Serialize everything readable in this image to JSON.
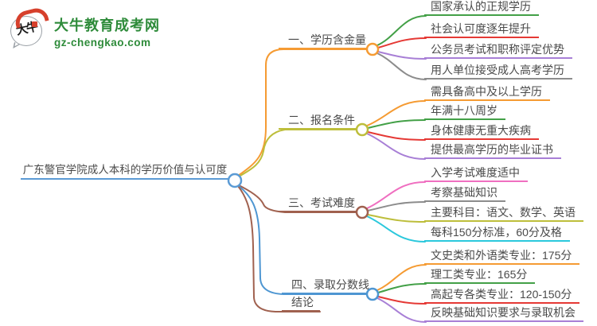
{
  "logo": {
    "site_name": "大牛教育成考网",
    "site_url": "gz-chengkao.com",
    "icon_text": "大牛",
    "brand_color": "#2e8b3a",
    "accent_red": "#d6402c"
  },
  "central": {
    "label": "广东警官学院成人本科的学历价值与认可度",
    "color": "#5b9bd5"
  },
  "branches": [
    {
      "label": "一、学历含金量",
      "color": "#f59b33",
      "children": [
        {
          "label": "国家承认的正规学历",
          "color": "#43a047"
        },
        {
          "label": "社会认可度逐年提升",
          "color": "#e53935"
        },
        {
          "label": "公务员考试和职称评定优势",
          "color": "#a87fd6"
        },
        {
          "label": "用人单位接受成人高考学历",
          "color": "#8c8c8c"
        }
      ]
    },
    {
      "label": "二、报名条件",
      "color": "#bdbe3b",
      "children": [
        {
          "label": "需具备高中及以上学历",
          "color": "#f59b33"
        },
        {
          "label": "年满十八周岁",
          "color": "#43a047"
        },
        {
          "label": "身体健康无重大疾病",
          "color": "#e53935"
        },
        {
          "label": "提供最高学历的毕业证书",
          "color": "#a87fd6"
        }
      ]
    },
    {
      "label": "三、考试难度",
      "color": "#a0614f",
      "children": [
        {
          "label": "入学考试难度适中",
          "color": "#ef6fc0"
        },
        {
          "label": "考察基础知识",
          "color": "#8c8c8c"
        },
        {
          "label": "主要科目：语文、数学、英语",
          "color": "#bdbe3b"
        },
        {
          "label": "每科150分标准，60分及格",
          "color": "#2bc8dc"
        }
      ]
    },
    {
      "label": "四、录取分数线",
      "color": "#4e96d2",
      "children": [
        {
          "label": "文史类和外语类专业：175分",
          "color": "#f59b33"
        },
        {
          "label": "理工类专业：165分",
          "color": "#43a047"
        },
        {
          "label": "高起专各类专业：120-150分",
          "color": "#e53935"
        },
        {
          "label": "反映基础知识要求与录取机会",
          "color": "#a87fd6"
        }
      ]
    },
    {
      "label": "结论",
      "color": "#a0614f",
      "children": []
    }
  ]
}
